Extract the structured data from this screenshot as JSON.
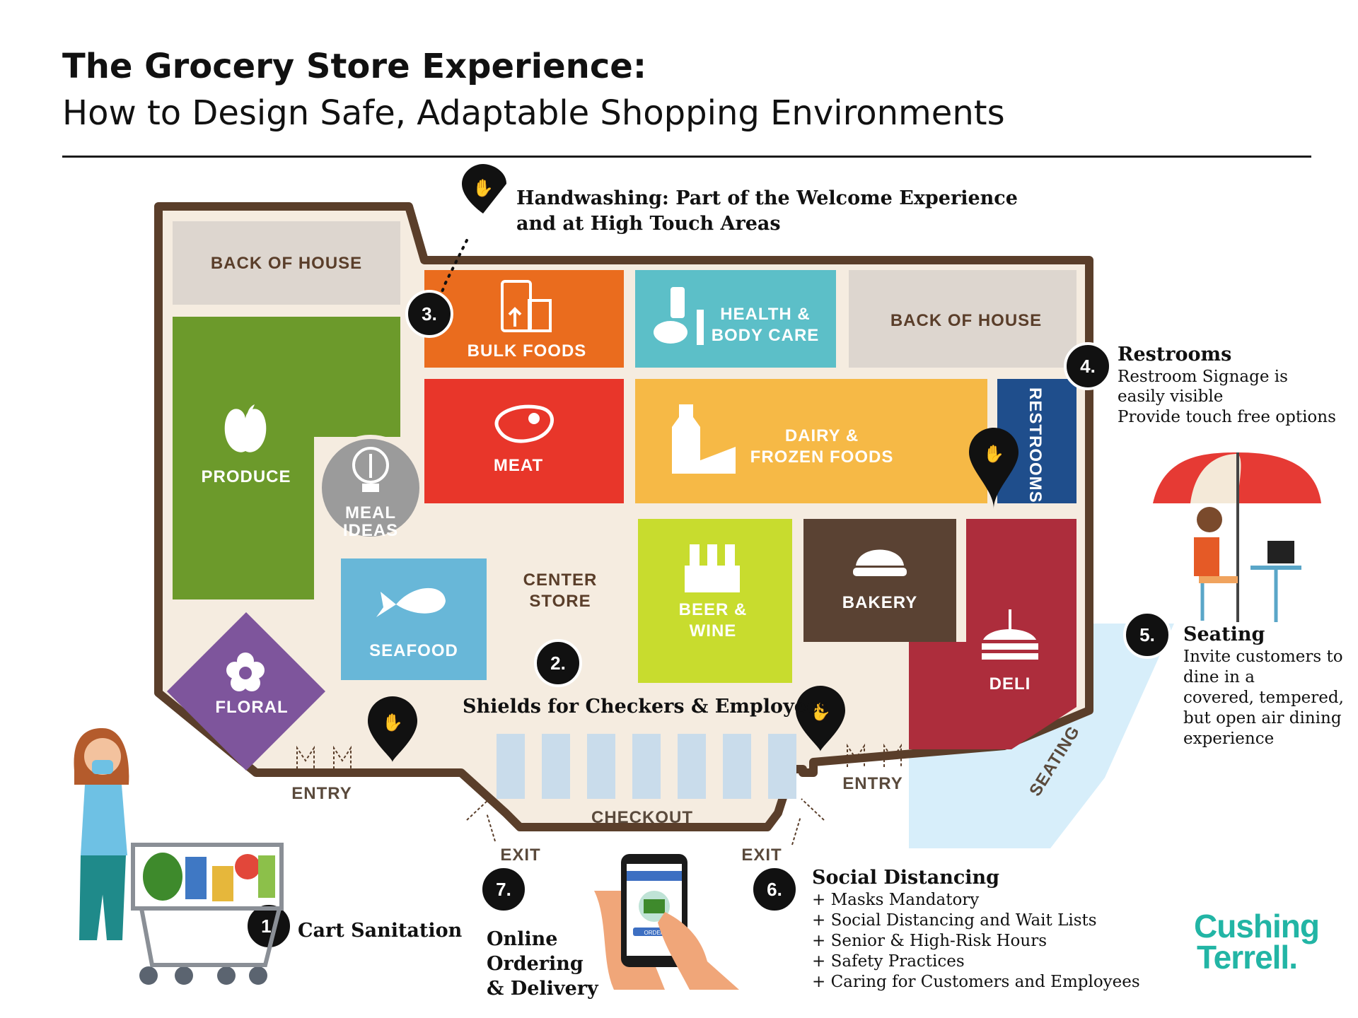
{
  "header": {
    "title": "The Grocery Store Experience:",
    "subtitle": "How to Design Safe, Adaptable Shopping Environments"
  },
  "zones": {
    "back_of_house_1": "BACK OF HOUSE",
    "back_of_house_2": "BACK OF HOUSE",
    "bulk_foods": "BULK FOODS",
    "health_line1": "HEALTH &",
    "health_line2": "BODY CARE",
    "produce": "PRODUCE",
    "meat": "MEAT",
    "dairy_line1": "DAIRY &",
    "dairy_line2": "FROZEN FOODS",
    "restrooms": "RESTROOMS",
    "meal_line1": "MEAL",
    "meal_line2": "IDEAS",
    "center_line1": "CENTER",
    "center_line2": "STORE",
    "seafood": "SEAFOOD",
    "beer_line1": "BEER &",
    "beer_line2": "WINE",
    "bakery": "BAKERY",
    "deli": "DELI",
    "floral": "FLORAL",
    "entry_left": "ENTRY",
    "entry_right": "ENTRY",
    "checkout": "CHECKOUT",
    "exit_left": "EXIT",
    "exit_right": "EXIT",
    "seating": "SEATING"
  },
  "markers": {
    "handwashing": {
      "line1": "Handwashing:  Part of the Welcome Experience",
      "line2": "and at High Touch Areas"
    },
    "cart": {
      "number": "1.",
      "title": "Cart Sanitation"
    },
    "shields": {
      "number": "2.",
      "title": "Shields for Checkers & Employees"
    },
    "bulk": {
      "number": "3."
    },
    "restrooms": {
      "number": "4.",
      "title": "Restrooms",
      "lines": [
        "Restroom Signage is",
        "easily visible",
        "Provide touch free options"
      ]
    },
    "seating": {
      "number": "5.",
      "title": "Seating",
      "lines": [
        "Invite customers to",
        "dine in a",
        "covered, tempered,",
        "but open air dining",
        "experience"
      ]
    },
    "social": {
      "number": "6.",
      "title": "Social Distancing",
      "items": [
        "+ Masks Mandatory",
        "+ Social Distancing and Wait Lists",
        "+ Senior & High-Risk Hours",
        "+ Safety Practices",
        "+ Caring for Customers and Employees"
      ]
    },
    "online": {
      "number": "7.",
      "lines": [
        "Online",
        "Ordering",
        "& Delivery"
      ]
    }
  },
  "phone": {
    "button": "ORDER"
  },
  "logo": {
    "line1": "Cushing",
    "line2": "Terrell."
  },
  "colors": {
    "outline": "#5a3e2a",
    "floor": "#f5ece0",
    "back_of_house": "#ddd6cf",
    "bulk": "#ea6c1e",
    "health": "#5cbfc8",
    "produce": "#6c9a2b",
    "meat": "#e8362a",
    "dairy": "#f6b946",
    "restrooms": "#1f4e8c",
    "meal": "#9b9b9b",
    "seafood": "#68b7d8",
    "beer": "#c8dc2e",
    "bakery": "#5a4233",
    "deli": "#ad2d3c",
    "floral": "#7e559c",
    "checkout_lane": "#c9dceb",
    "seating_area": "#d7eefa",
    "brand": "#22b5a5"
  }
}
